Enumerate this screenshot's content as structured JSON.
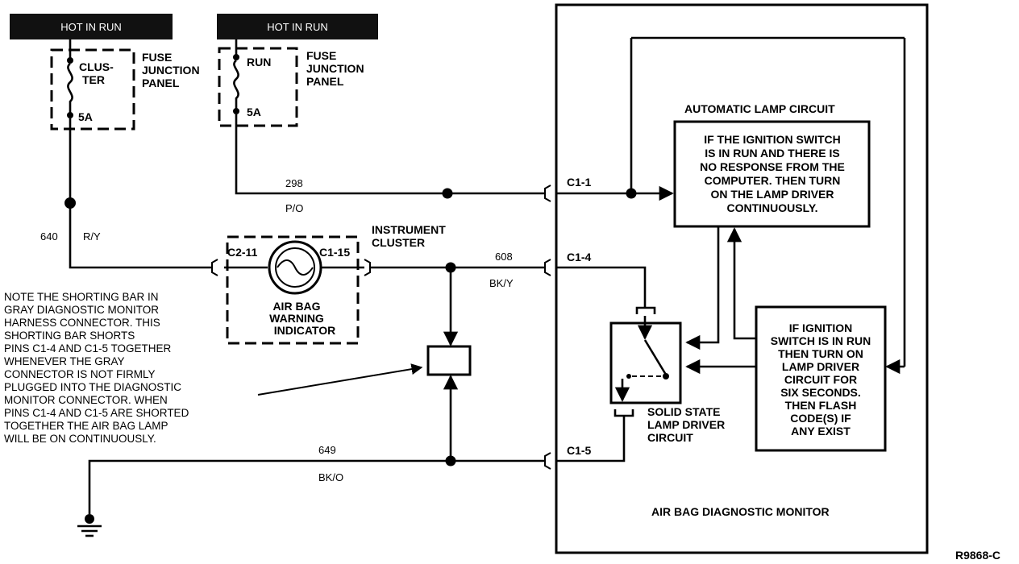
{
  "hot_bars": [
    "HOT IN RUN",
    "HOT IN RUN"
  ],
  "fuses": [
    {
      "name_lines": [
        "CLUS-",
        "TER"
      ],
      "rating": "5A",
      "panel_lines": [
        "FUSE",
        "JUNCTION",
        "PANEL"
      ]
    },
    {
      "name_lines": [
        "RUN"
      ],
      "rating": "5A",
      "panel_lines": [
        "FUSE",
        "JUNCTION",
        "PANEL"
      ]
    }
  ],
  "wires": {
    "w298": {
      "number": "298",
      "color": "P/O"
    },
    "w640": {
      "number": "640",
      "color": "R/Y"
    },
    "w608": {
      "number": "608",
      "color": "BK/Y"
    },
    "w649": {
      "number": "649",
      "color": "BK/O"
    }
  },
  "cluster": {
    "title_lines": [
      "INSTRUMENT",
      "CLUSTER"
    ],
    "pin_left": "C2-11",
    "pin_right": "C1-15",
    "indicator_lines": [
      "AIR BAG",
      "WARNING",
      "INDICATOR"
    ]
  },
  "note_lines": [
    "NOTE THE SHORTING BAR IN",
    "GRAY DIAGNOSTIC MONITOR",
    "HARNESS CONNECTOR. THIS",
    "SHORTING BAR SHORTS",
    "PINS C1-4 AND C1-5 TOGETHER",
    "WHENEVER THE GRAY",
    "CONNECTOR IS NOT FIRMLY",
    "PLUGGED INTO THE DIAGNOSTIC",
    "MONITOR CONNECTOR. WHEN",
    "PINS C1-4 AND C1-5 ARE SHORTED",
    "TOGETHER THE AIR BAG LAMP",
    "WILL BE ON CONTINUOUSLY."
  ],
  "monitor": {
    "pins": [
      "C1-1",
      "C1-4",
      "C1-5"
    ],
    "auto_lamp_title": "AUTOMATIC LAMP CIRCUIT",
    "auto_lamp_lines": [
      "IF THE IGNITION SWITCH",
      "IS IN RUN AND THERE IS",
      "NO RESPONSE FROM THE",
      "COMPUTER. THEN TURN",
      "ON THE LAMP DRIVER",
      "CONTINUOUSLY."
    ],
    "run_box_lines": [
      "IF IGNITION",
      "SWITCH IS IN RUN",
      "THEN TURN ON",
      "LAMP DRIVER",
      "CIRCUIT FOR",
      "SIX SECONDS.",
      "THEN FLASH",
      "CODE(S) IF",
      "ANY EXIST"
    ],
    "driver_lines": [
      "SOLID STATE",
      "LAMP DRIVER",
      "CIRCUIT"
    ],
    "title": "AIR BAG DIAGNOSTIC MONITOR"
  },
  "ref_code": "R9868-C"
}
